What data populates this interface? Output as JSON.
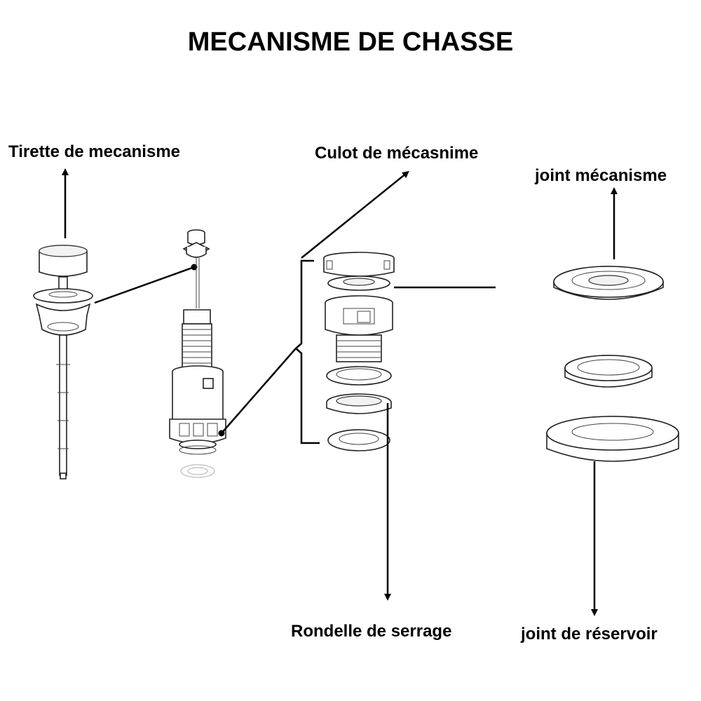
{
  "title": "MECANISME DE CHASSE",
  "labels": {
    "tirette": "Tirette de mecanisme",
    "culot": "Culot de mécasnime",
    "joint_mecanisme": "joint mécanisme",
    "rondelle": "Rondelle de serrage",
    "joint_reservoir": "joint de réservoir"
  }
}
